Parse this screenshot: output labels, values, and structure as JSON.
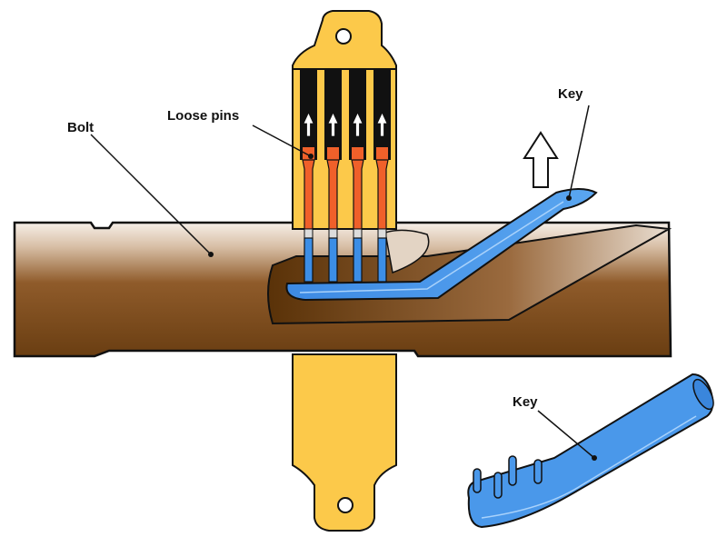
{
  "labels": {
    "bolt": "Bolt",
    "loose_pins": "Loose pins",
    "key_inserted": "Key",
    "key_detached": "Key"
  },
  "colors": {
    "bolt_light": "#f4ece4",
    "bolt_dark": "#6b3f12",
    "housing": "#fcc94a",
    "pin_orange": "#f0602a",
    "pin_blue": "#3c8ee6",
    "key_blue": "#4a98ea",
    "outline": "#111111"
  },
  "pins": {
    "count": 4
  }
}
